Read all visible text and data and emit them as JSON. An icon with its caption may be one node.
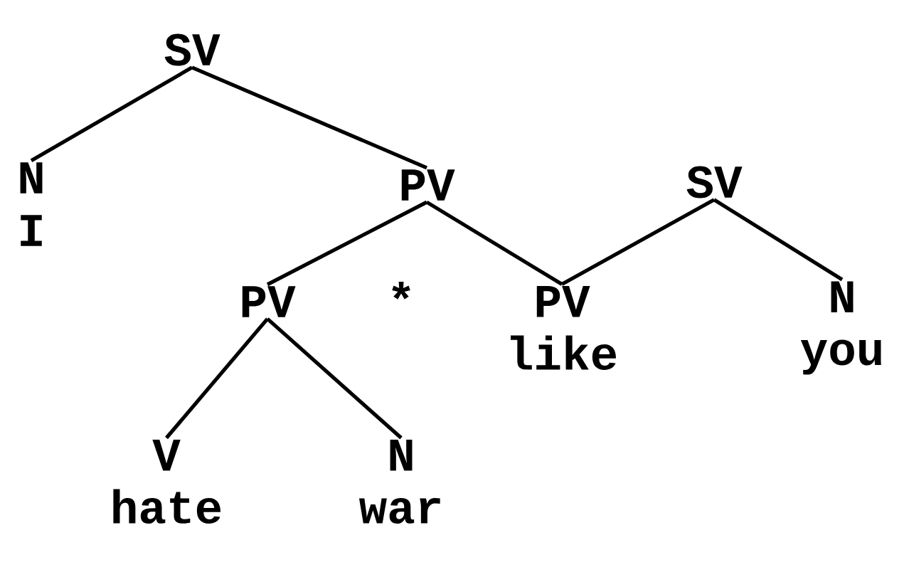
{
  "diagram": {
    "nodes": [
      {
        "text": [
          "SV"
        ]
      },
      {
        "text": [
          "N",
          "I"
        ]
      },
      {
        "text": [
          "PV"
        ]
      },
      {
        "text": [
          "SV"
        ]
      },
      {
        "text": [
          "PV"
        ]
      },
      {
        "text": [
          "PV",
          "like"
        ]
      },
      {
        "text": [
          "N",
          "you"
        ]
      },
      {
        "text": [
          "V",
          "hate"
        ]
      },
      {
        "text": [
          "N",
          "war"
        ]
      }
    ],
    "edges": [
      {
        "from": 0,
        "to": 1,
        "arrow": "none"
      },
      {
        "from": 0,
        "to": 2,
        "arrow": "none"
      },
      {
        "from": 2,
        "to": 4,
        "arrow": "none"
      },
      {
        "from": 2,
        "to": 5,
        "arrow": "none"
      },
      {
        "from": 3,
        "to": 5,
        "arrow": "none"
      },
      {
        "from": 3,
        "to": 6,
        "arrow": "none"
      },
      {
        "from": 4,
        "to": 7,
        "arrow": "none"
      },
      {
        "from": 4,
        "to": 8,
        "arrow": "none"
      }
    ],
    "labels": [
      "*"
    ]
  }
}
